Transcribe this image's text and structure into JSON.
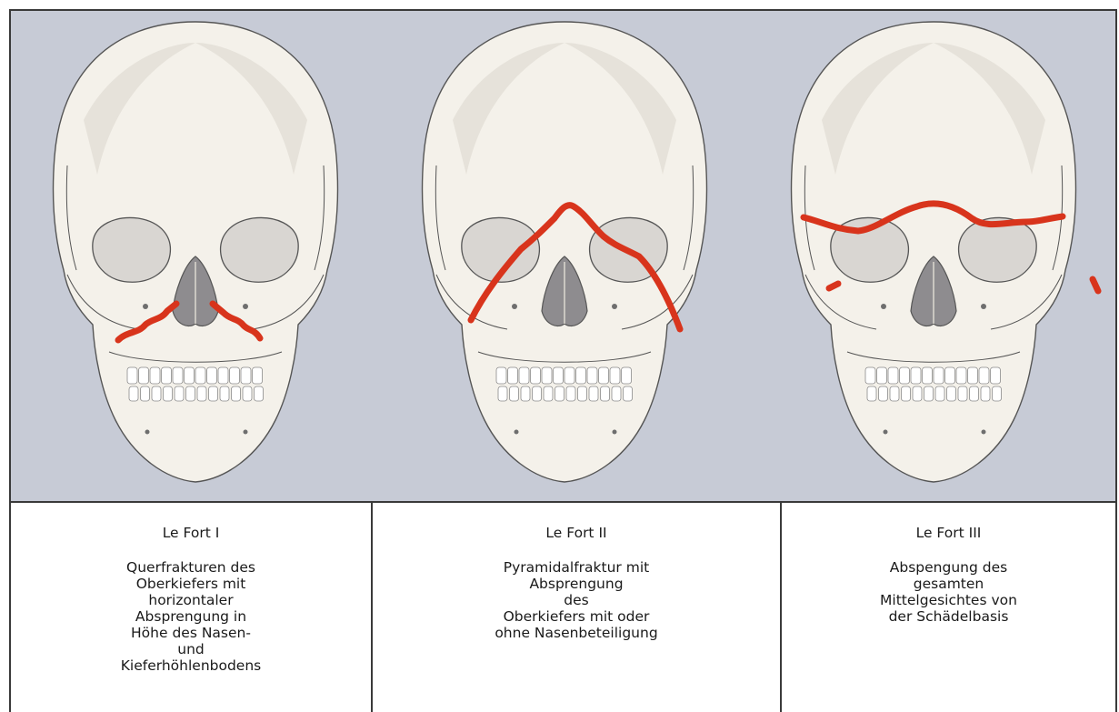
{
  "figure": {
    "colors": {
      "background": "#c7cbd6",
      "bone": "#f4f1ea",
      "bone_shadow": "#dcd8ce",
      "fracture": "#d8341c",
      "outline": "#555555"
    },
    "panels": [
      {
        "title": "Le Fort I",
        "description_lines": [
          "Querfrakturen des",
          "Oberkiefers mit",
          "horizontaler",
          "Absprengung in",
          "Höhe des Nasen-",
          "und",
          "Kieferhöhlenbodens"
        ]
      },
      {
        "title": "Le Fort II",
        "description_lines": [
          "Pyramidalfraktur mit",
          "Absprengung",
          "des",
          "Oberkiefers mit oder",
          "ohne Nasenbeteiligung"
        ]
      },
      {
        "title": "Le Fort III",
        "description_lines": [
          "Abspengung des",
          "gesamten",
          "Mittelgesichtes von",
          "der Schädelbasis"
        ]
      }
    ]
  }
}
